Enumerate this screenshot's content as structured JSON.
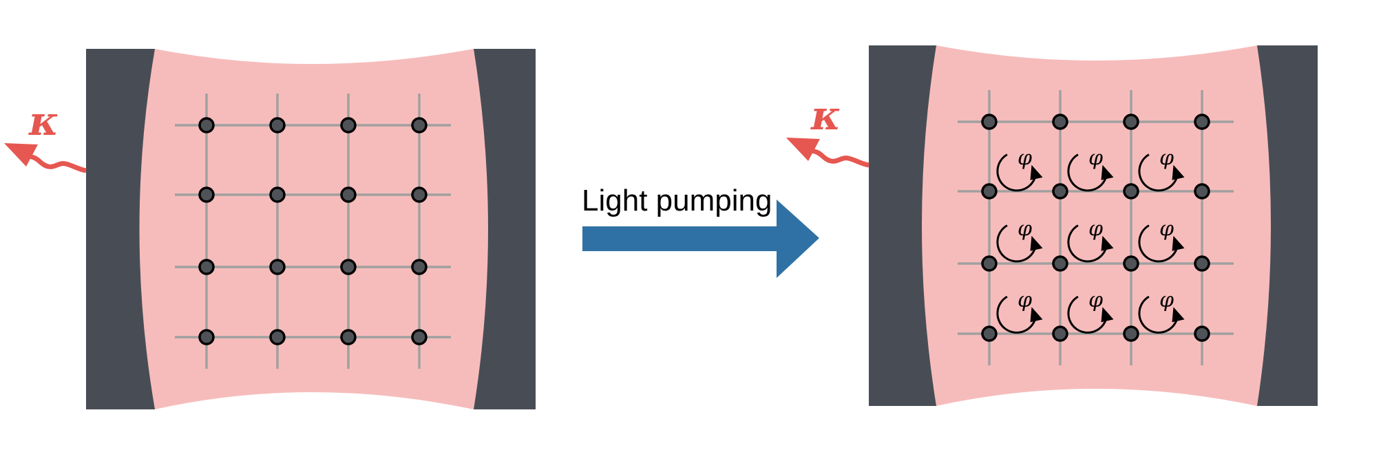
{
  "arrow": {
    "label": "Light pumping"
  },
  "left_cavity": {
    "loss_symbol": "κ",
    "lattice_rows": 4,
    "lattice_cols": 4
  },
  "right_cavity": {
    "loss_symbol": "κ",
    "lattice_rows": 4,
    "lattice_cols": 4,
    "plaquette_symbol": "φ"
  },
  "colors": {
    "mirror": "#484d55",
    "cavity": "#f6bcbb",
    "lattice_line": "#a0a0a0",
    "site": "#4f5257",
    "loss": "#e55750",
    "pump_arrow": "#2f71a4"
  }
}
